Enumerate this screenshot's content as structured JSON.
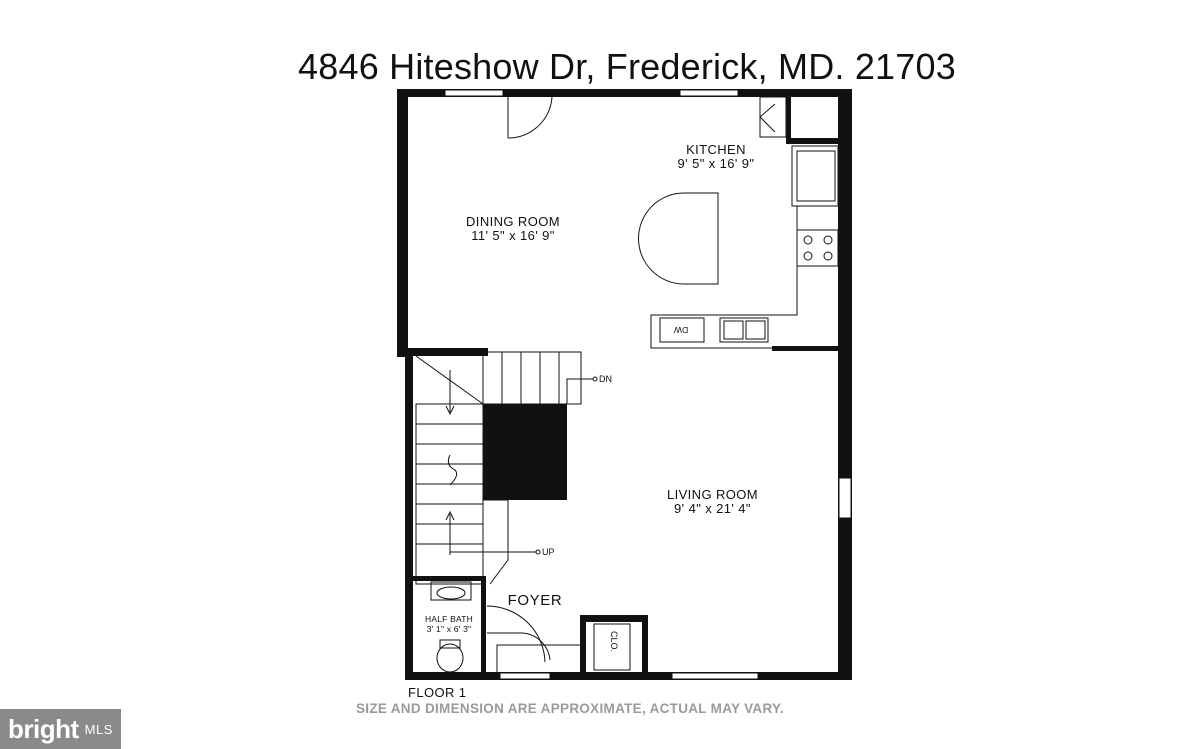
{
  "title": "4846 Hiteshow Dr, Frederick, MD. 21703",
  "rooms": {
    "kitchen": {
      "name": "KITCHEN",
      "size": "9' 5\" x 16' 9\""
    },
    "dining": {
      "name": "DINING ROOM",
      "size": "11' 5\" x 16' 9\""
    },
    "living": {
      "name": "LIVING ROOM",
      "size": "9' 4\" x 21' 4\""
    },
    "half_bath": {
      "name": "HALF BATH",
      "size": "3' 1\" x 6' 3\""
    },
    "foyer": {
      "name": "FOYER"
    },
    "closet": {
      "name": "CLO."
    }
  },
  "fixtures": {
    "dishwasher": "DW"
  },
  "stairs": {
    "down": "DN",
    "up": "UP"
  },
  "floor_label": "FLOOR 1",
  "disclaimer": "SIZE AND DIMENSION ARE APPROXIMATE, ACTUAL MAY VARY.",
  "watermark": {
    "brand": "bright",
    "suffix": "MLS"
  },
  "colors": {
    "wall": "#111111",
    "disclaimer": "#9a9a9a",
    "badge": "#8a8a8a"
  }
}
